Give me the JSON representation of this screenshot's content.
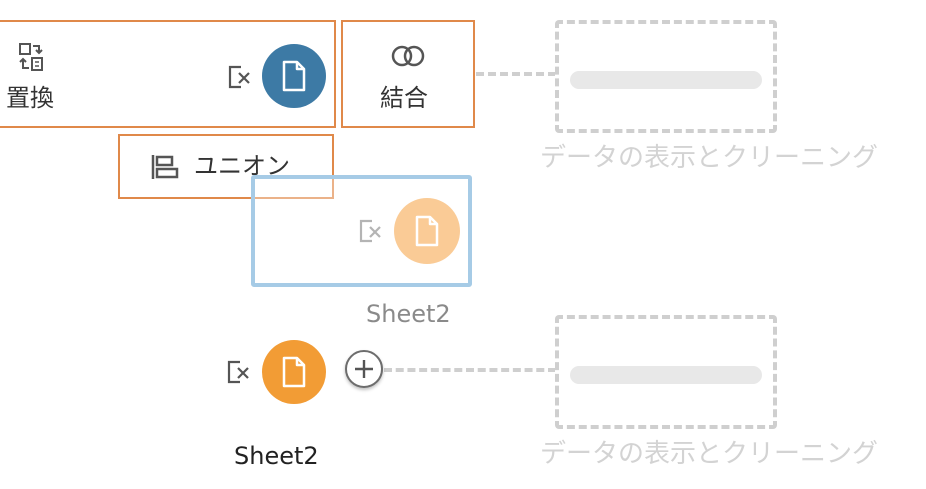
{
  "zones": {
    "replace_label": "置換",
    "join_label": "結合",
    "union_label": "ユニオン"
  },
  "placeholders": {
    "top_label": "データの表示とクリーニング",
    "bottom_label": "データの表示とクリーニング"
  },
  "nodes": {
    "ghost_sheet_label": "Sheet2",
    "bottom_sheet_label": "Sheet2"
  },
  "colors": {
    "zone_border": "#e0894a",
    "node_blue": "#3d7aa5",
    "node_orange": "#f29c35",
    "node_ghost": "#facb96",
    "drag_frame": "#a6cbe6",
    "placeholder_border": "#cfcfcf"
  },
  "icons": {
    "replace": "replace-icon",
    "join": "join-circles-icon",
    "union": "union-icon",
    "remove": "remove-icon",
    "file": "file-icon",
    "add": "plus-circle-icon"
  }
}
